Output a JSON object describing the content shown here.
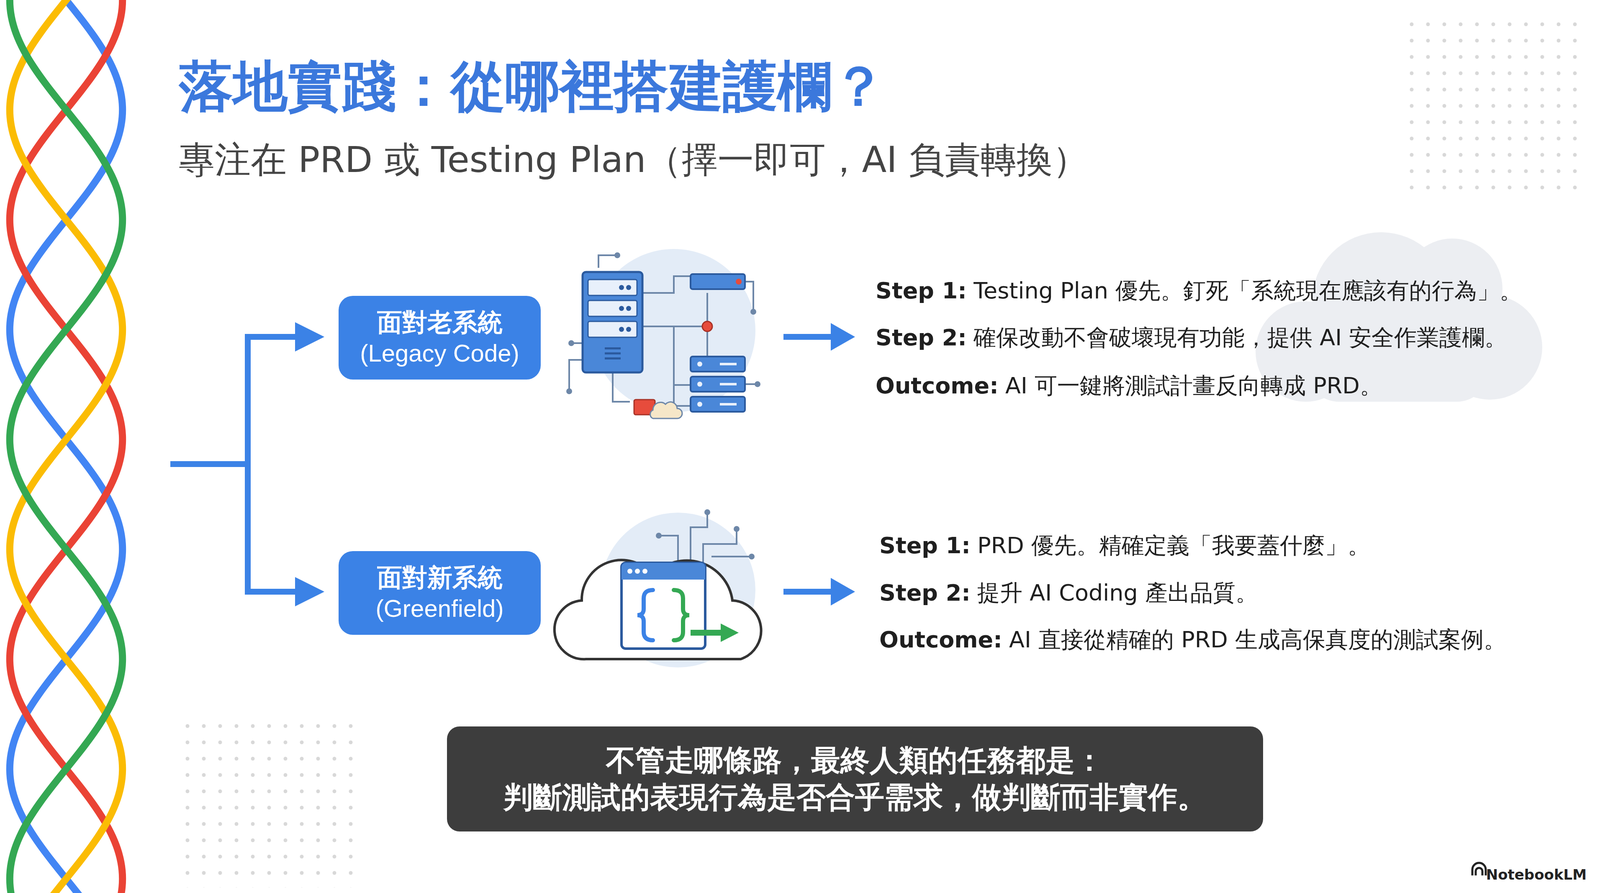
{
  "diagram": {
    "title": "落地實踐：從哪裡搭建護欄？",
    "nodes": [
      {
        "text": [
          "面對老系統",
          "(Legacy Code)"
        ]
      },
      {
        "text": [
          "面對新系統",
          "(Greenfield)"
        ]
      },
      {
        "text": [
          "不管走哪條路，最終人類的任務都是： 判斷測試的表現行為是否合乎需求，做判斷而非實作。"
        ]
      }
    ],
    "labels": [
      "專注在 PRD 或 Testing Plan（擇一即可，AI 負責轉換）",
      "Step 1:",
      "Testing Plan 優先。釘死「系統現在應該有的行為」。",
      "Step 2:",
      "確保改動不會破壞現有功能，提供 AI 安全作業護欄。",
      "Outcome:",
      "AI 可一鍵將測試計畫反向轉成 PRD。",
      "Step 1:",
      "PRD 優先。精確定義「我要蓋什麼」。",
      "Step 2:",
      "提升 AI Coding 產出品質。",
      "Outcome:",
      "AI 直接從精確的 PRD 生成高保真度的測試案例。",
      "NotebookLM"
    ]
  }
}
